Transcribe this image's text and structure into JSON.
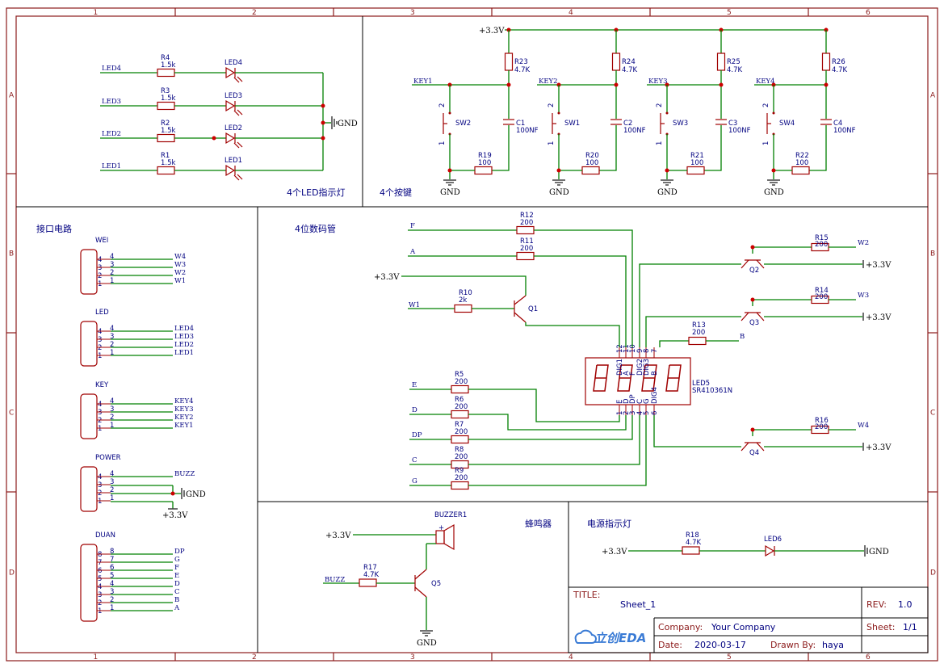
{
  "grid": {
    "cols": [
      "1",
      "2",
      "3",
      "4",
      "5",
      "6"
    ],
    "rows": [
      "A",
      "B",
      "C",
      "D"
    ]
  },
  "sections": {
    "led": "4个LED指示灯",
    "key": "4个按键",
    "iface": "接口电路",
    "seg": "4位数码管",
    "buzzer": "蜂鸣器",
    "power": "电源指示灯"
  },
  "power": {
    "vcc": "+3.3V",
    "gnd": "GND"
  },
  "leds": [
    {
      "net": "LED4",
      "res": "R4",
      "val": "1.5k",
      "led": "LED4"
    },
    {
      "net": "LED3",
      "res": "R3",
      "val": "1.5k",
      "led": "LED3"
    },
    {
      "net": "LED2",
      "res": "R2",
      "val": "1.5k",
      "led": "LED2"
    },
    {
      "net": "LED1",
      "res": "R1",
      "val": "1.5k",
      "led": "LED1"
    }
  ],
  "keys": [
    {
      "net": "KEY1",
      "sw": "SW2",
      "rpull": "R23",
      "rval": "4.7K",
      "cap": "C1",
      "cval": "100NF",
      "rser": "R19",
      "sval": "100",
      "p1": "1",
      "p2": "2"
    },
    {
      "net": "KEY2",
      "sw": "SW1",
      "rpull": "R24",
      "rval": "4.7K",
      "cap": "C2",
      "cval": "100NF",
      "rser": "R20",
      "sval": "100",
      "p1": "1",
      "p2": "2"
    },
    {
      "net": "KEY3",
      "sw": "SW3",
      "rpull": "R25",
      "rval": "4.7K",
      "cap": "C3",
      "cval": "100NF",
      "rser": "R21",
      "sval": "100",
      "p1": "1",
      "p2": "2"
    },
    {
      "net": "KEY4",
      "sw": "SW4",
      "rpull": "R26",
      "rval": "4.7K",
      "cap": "C4",
      "cval": "100NF",
      "rser": "R22",
      "sval": "100",
      "p1": "1",
      "p2": "2"
    }
  ],
  "headers": [
    {
      "name": "WEI",
      "pins": [
        "4",
        "3",
        "2",
        "1"
      ],
      "nets": [
        "W4",
        "W3",
        "W2",
        "W1"
      ]
    },
    {
      "name": "LED",
      "pins": [
        "4",
        "3",
        "2",
        "1"
      ],
      "nets": [
        "LED4",
        "LED3",
        "LED2",
        "LED1"
      ]
    },
    {
      "name": "KEY",
      "pins": [
        "4",
        "3",
        "2",
        "1"
      ],
      "nets": [
        "KEY4",
        "KEY3",
        "KEY2",
        "KEY1"
      ]
    },
    {
      "name": "POWER",
      "pins": [
        "4",
        "3",
        "2",
        "1"
      ],
      "nets": [
        "BUZZ",
        "",
        "",
        ""
      ]
    },
    {
      "name": "DUAN",
      "pins": [
        "8",
        "7",
        "6",
        "5",
        "4",
        "3",
        "2",
        "1"
      ],
      "nets": [
        "DP",
        "G",
        "F",
        "E",
        "D",
        "C",
        "B",
        "A"
      ]
    }
  ],
  "seg": {
    "topres": [
      {
        "net": "F",
        "res": "R12",
        "val": "200"
      },
      {
        "net": "A",
        "res": "R11",
        "val": "200"
      }
    ],
    "q1": {
      "net": "W1",
      "res": "R10",
      "val": "2k",
      "q": "Q1"
    },
    "right": [
      {
        "res": "R15",
        "val": "200",
        "net": "W2",
        "q": "Q2"
      },
      {
        "res": "R14",
        "val": "200",
        "net": "W3",
        "q": "Q3"
      },
      {
        "res": "R16",
        "val": "200",
        "net": "W4",
        "q": "Q4"
      }
    ],
    "b": {
      "net": "B",
      "res": "R13",
      "val": "200"
    },
    "bottom": [
      {
        "net": "E",
        "res": "R5",
        "val": "200"
      },
      {
        "net": "D",
        "res": "R6",
        "val": "200"
      },
      {
        "net": "DP",
        "res": "R7",
        "val": "200"
      },
      {
        "net": "C",
        "res": "R8",
        "val": "200"
      },
      {
        "net": "G",
        "res": "R9",
        "val": "200"
      }
    ],
    "display": {
      "ref": "LED5",
      "part": "SR410361N"
    },
    "toppins": [
      "12",
      "11",
      "10",
      "9",
      "8",
      "7"
    ],
    "topnames": [
      "DIG1",
      "A",
      "F",
      "DIG2",
      "DIG3",
      "B"
    ],
    "botpins": [
      "1",
      "2",
      "3",
      "4",
      "5",
      "6"
    ],
    "botnames": [
      "E",
      "D",
      "DP",
      "C",
      "G",
      "DIG4"
    ]
  },
  "buzzer": {
    "ref": "BUZZER1",
    "res": "R17",
    "val": "4.7K",
    "net": "BUZZ",
    "q": "Q5",
    "plus": "+"
  },
  "pled": {
    "res": "R18",
    "val": "4.7K",
    "led": "LED6"
  },
  "title_block": {
    "title_label": "TITLE:",
    "title": "Sheet_1",
    "rev_label": "REV:",
    "rev": "1.0",
    "company_label": "Company:",
    "company": "Your Company",
    "sheet_label": "Sheet:",
    "sheet": "1/1",
    "date_label": "Date:",
    "date": "2020-03-17",
    "drawn_label": "Drawn By:",
    "drawn": "haya",
    "logo": "立创EDA"
  }
}
